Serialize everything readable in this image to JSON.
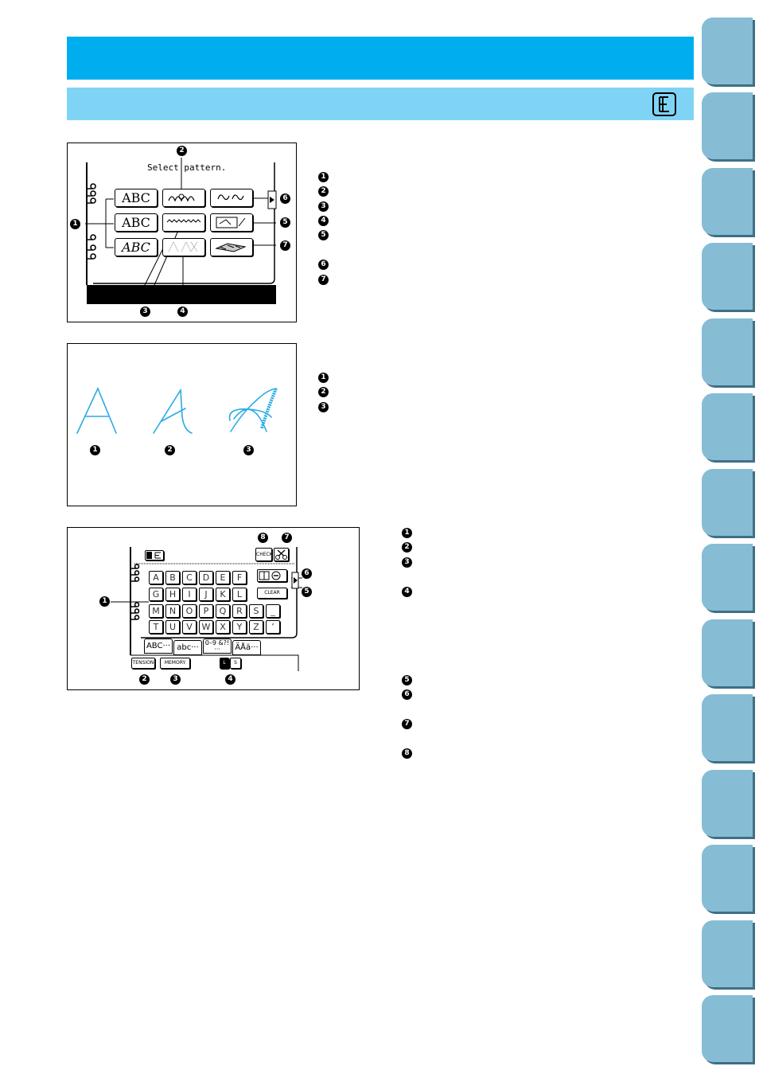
{
  "page": {
    "accent_color": "#00aeef",
    "sub_color": "#7fd4f5",
    "tab_color": "#86bdd4",
    "letter_color": "#29abe2"
  },
  "subheader": {
    "icon": "embroidery-mode-icon"
  },
  "figure1": {
    "title": "Select pattern.",
    "buttons": [
      "ABC",
      "ABC",
      "ABC"
    ],
    "callouts": [
      "1",
      "2",
      "3",
      "4",
      "5",
      "6",
      "7"
    ]
  },
  "list1": [
    "1",
    "2",
    "3",
    "4",
    "5",
    "6",
    "7"
  ],
  "figure2": {
    "letter": "A",
    "callouts": [
      "1",
      "2",
      "3"
    ]
  },
  "list2": [
    "1",
    "2",
    "3"
  ],
  "figure3": {
    "keys": [
      "A",
      "B",
      "C",
      "D",
      "E",
      "F",
      "G",
      "H",
      "I",
      "J",
      "K",
      "L",
      "M",
      "N",
      "O",
      "P",
      "Q",
      "R",
      "S",
      "_",
      "T",
      "U",
      "V",
      "W",
      "X",
      "Y",
      "Z",
      "’"
    ],
    "check_label": "CHECK",
    "clear_label": "CLEAR",
    "tabs": [
      "ABC···",
      "abc···",
      "0–9 &?!···",
      "ÄÅä···"
    ],
    "tension_label": "TENSION",
    "memory_label": "MEMORY",
    "size_labels": [
      "L",
      "S"
    ],
    "callouts": [
      "1",
      "2",
      "3",
      "4",
      "5",
      "6",
      "7",
      "8"
    ]
  },
  "list3": [
    "1",
    "2",
    "3",
    "4",
    "5",
    "6",
    "7",
    "8"
  ]
}
